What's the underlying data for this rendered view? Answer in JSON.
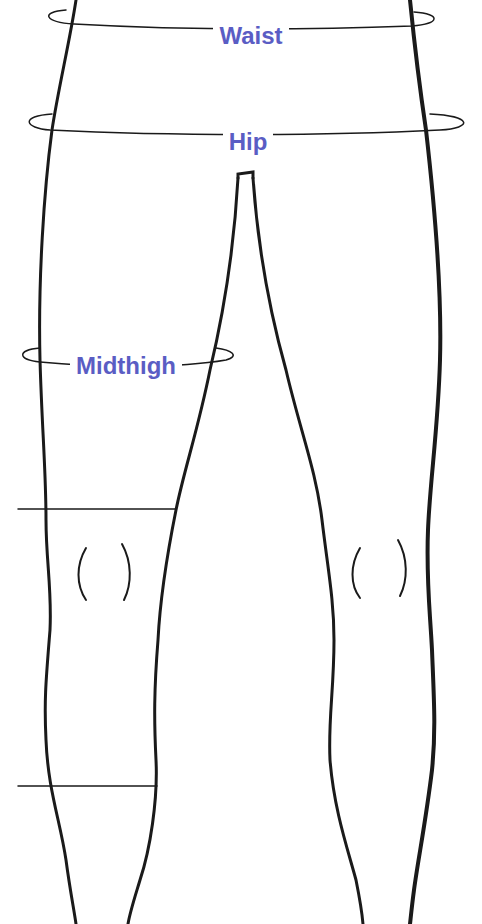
{
  "diagram": {
    "labels": [
      "Waist",
      "Hip",
      "Midthigh"
    ]
  }
}
